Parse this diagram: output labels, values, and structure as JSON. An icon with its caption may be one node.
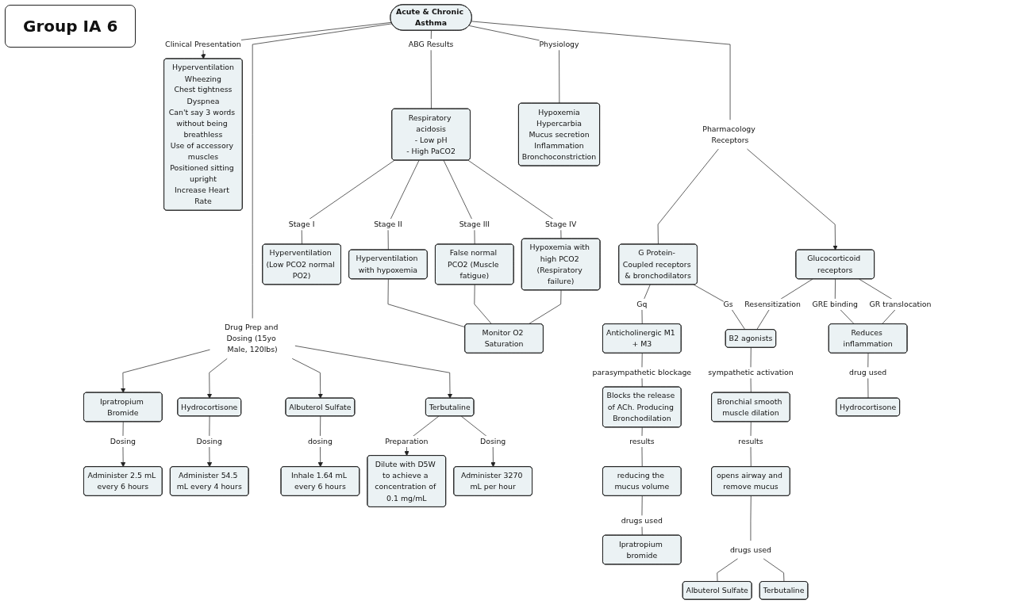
{
  "diagram": {
    "title": "Group IA 6",
    "nodes": [
      {
        "text": [
          "Administer 54.5 mL every 4 hours"
        ]
      },
      {
        "text": [
          "Inhale 1.64 mL every 6 hours"
        ]
      },
      {
        "text": [
          "Administer 2.5 mL every 6 hours"
        ]
      },
      {
        "text": [
          "Hydrocortisone"
        ]
      },
      {
        "text": [
          "Albuterol Sulfate"
        ]
      },
      {
        "text": [
          "Ipratropium Bromide"
        ]
      },
      {
        "text": [
          "Dilute with D5W to achieve a concentration of 0.1 mg/mL"
        ]
      },
      {
        "text": [
          "Hyperventilation",
          "Wheezing",
          "Chest tightness",
          "Dyspnea",
          "Can't say 3 words without being breathless",
          "Use of accessory muscles",
          "Positioned sitting upright",
          "Increase Heart Rate"
        ]
      },
      {
        "text": [
          "Acute & Chronic Asthma"
        ]
      },
      {
        "text": [
          "Drug Prep and Dosing (15yo Male, 120lbs)"
        ]
      },
      {
        "text": [
          "Terbutaline"
        ]
      },
      {
        "text": [
          "Administer 3270 mL per hour"
        ]
      },
      {
        "text": [
          "Pharmacology Receptors"
        ]
      },
      {
        "text": [
          "Respiratory acidosis",
          "- Low pH",
          "- High PaCO2"
        ]
      },
      {
        "text": [
          "G Protein- Coupled receptors & bronchodilators"
        ]
      },
      {
        "text": [
          "Glucocorticoid receptors"
        ]
      },
      {
        "text": [
          "Hypoxemia",
          "Hypercarbia",
          "Mucus secretion",
          "Inflammation",
          "Bronchoconstriction"
        ]
      },
      {
        "text": [
          "Hyperventilation (Low PCO2 normal PO2)"
        ]
      },
      {
        "text": [
          "Anticholinergic M1 + M3"
        ]
      },
      {
        "text": [
          "B2 agonists"
        ]
      },
      {
        "text": [
          "Reduces inflammation"
        ]
      },
      {
        "text": [
          "Hyperventilation with hypoxemia"
        ]
      },
      {
        "text": [
          "Hypoxemia with high PCO2 (Respiratory failure)"
        ]
      },
      {
        "text": [
          "False normal PCO2 (Muscle fatigue)"
        ]
      },
      {
        "text": [
          "Blocks the release of ACh. Producing Bronchodilation"
        ]
      },
      {
        "text": [
          "Bronchial smooth muscle dilation"
        ]
      },
      {
        "text": [
          "Hydrocortisone"
        ]
      },
      {
        "text": [
          "Monitor O2 Saturation"
        ]
      },
      {
        "text": [
          "reducing the mucus volume"
        ]
      },
      {
        "text": [
          "opens airway and remove mucus"
        ]
      },
      {
        "text": [
          "drugs used"
        ]
      },
      {
        "text": [
          "Ipratropium bromide"
        ]
      },
      {
        "text": [
          "Albuterol Sulfate"
        ]
      },
      {
        "text": [
          "Terbutaline"
        ]
      }
    ],
    "edges": [
      {
        "from": 3,
        "to": 0,
        "arrow": "to",
        "label": "Dosing"
      },
      {
        "from": 5,
        "to": 2,
        "arrow": "to",
        "label": "Dosing"
      },
      {
        "from": 4,
        "to": 1,
        "arrow": "to",
        "label": "dosing"
      },
      {
        "from": 8,
        "to": 7,
        "arrow": "to",
        "label": "Clinical Presentation"
      },
      {
        "from": 8,
        "to": 9,
        "arrow": "none"
      },
      {
        "from": 9,
        "to": 5,
        "arrow": "to"
      },
      {
        "from": 9,
        "to": 3,
        "arrow": "to"
      },
      {
        "from": 9,
        "to": 4,
        "arrow": "to"
      },
      {
        "from": 9,
        "to": 10,
        "arrow": "to"
      },
      {
        "from": 10,
        "to": 6,
        "arrow": "to",
        "label": "Preparation"
      },
      {
        "from": 10,
        "to": 11,
        "arrow": "to",
        "label": "Dosing"
      },
      {
        "from": 8,
        "to": 13,
        "arrow": "none",
        "label": "ABG Results"
      },
      {
        "from": 8,
        "to": 16,
        "arrow": "none",
        "label": "Physiology"
      },
      {
        "from": 8,
        "to": 12,
        "arrow": "none"
      },
      {
        "from": 12,
        "to": 14,
        "arrow": "none"
      },
      {
        "from": 12,
        "to": 15,
        "arrow": "to"
      },
      {
        "from": 13,
        "to": 17,
        "arrow": "none",
        "label": "Stage I"
      },
      {
        "from": 13,
        "to": 21,
        "arrow": "none",
        "label": "Stage II"
      },
      {
        "from": 13,
        "to": 23,
        "arrow": "none",
        "label": "Stage III"
      },
      {
        "from": 13,
        "to": 22,
        "arrow": "none",
        "label": "Stage IV"
      },
      {
        "from": 21,
        "to": 27,
        "arrow": "none"
      },
      {
        "from": 23,
        "to": 27,
        "arrow": "none"
      },
      {
        "from": 22,
        "to": 27,
        "arrow": "none"
      },
      {
        "from": 14,
        "to": 18,
        "arrow": "none",
        "label": "Gq"
      },
      {
        "from": 14,
        "to": 19,
        "arrow": "none",
        "label": "Gs"
      },
      {
        "from": 15,
        "to": 19,
        "arrow": "none",
        "label": "Resensitization"
      },
      {
        "from": 15,
        "to": 20,
        "arrow": "none",
        "label": "GRE binding"
      },
      {
        "from": 15,
        "to": 20,
        "arrow": "none",
        "label": "GR translocation"
      },
      {
        "from": 20,
        "to": 26,
        "arrow": "none",
        "label": "drug used"
      },
      {
        "from": 18,
        "to": 24,
        "arrow": "none",
        "label": "parasympathetic blockage"
      },
      {
        "from": 19,
        "to": 25,
        "arrow": "none",
        "label": "sympathetic activation"
      },
      {
        "from": 24,
        "to": 28,
        "arrow": "none",
        "label": "results"
      },
      {
        "from": 25,
        "to": 29,
        "arrow": "none",
        "label": "results"
      },
      {
        "from": 28,
        "to": 31,
        "arrow": "none",
        "label": "drugs used"
      },
      {
        "from": 29,
        "to": 30,
        "arrow": "none"
      },
      {
        "from": 30,
        "to": 32,
        "arrow": "none"
      },
      {
        "from": 30,
        "to": 33,
        "arrow": "none"
      }
    ]
  }
}
